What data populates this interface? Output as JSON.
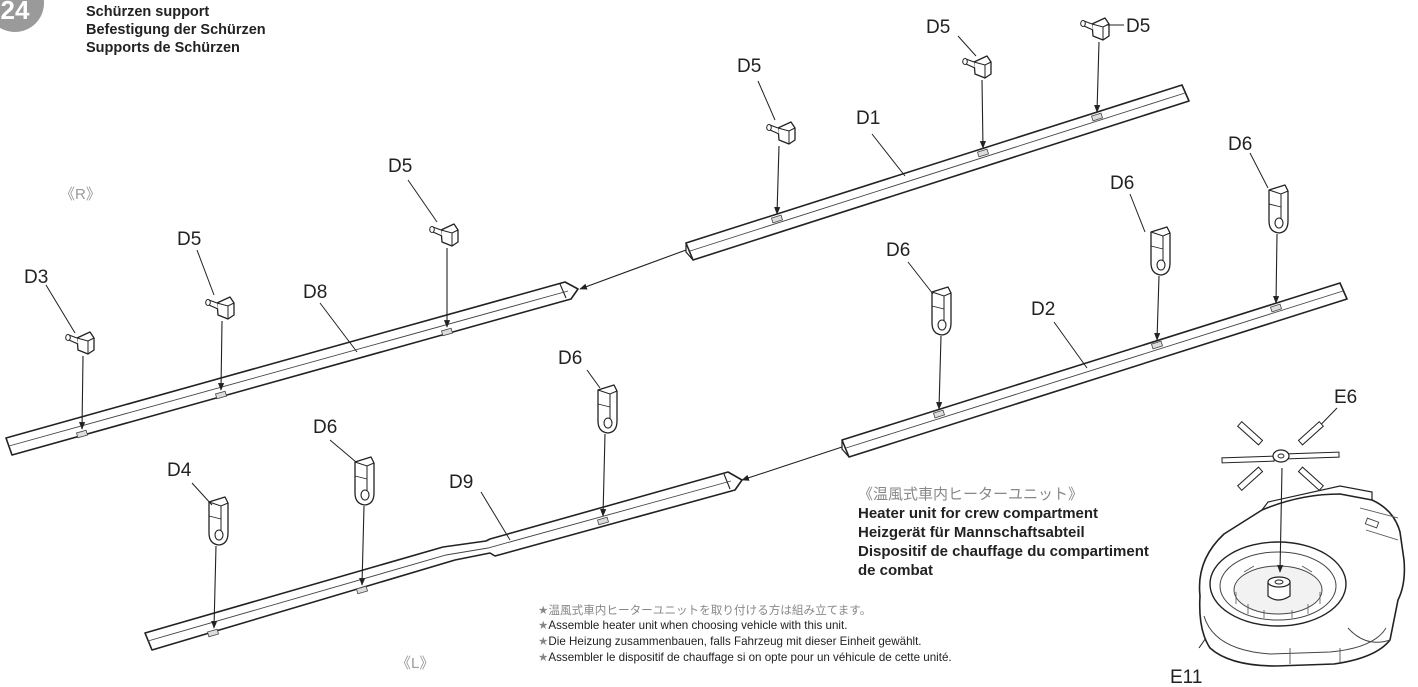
{
  "step": {
    "number": "24",
    "titles": [
      "Schürzen support",
      "Befestigung der Schürzen",
      "Supports de Schürzen"
    ]
  },
  "side_labels": {
    "right": "《R》",
    "left": "《L》"
  },
  "parts": {
    "D1": "D1",
    "D2": "D2",
    "D3": "D3",
    "D4": "D4",
    "D5": "D5",
    "D6": "D6",
    "D8": "D8",
    "D9": "D9",
    "E6": "E6",
    "E11": "E11"
  },
  "heater_note": {
    "japanese": "《温風式車内ヒーターユニット》",
    "english": "Heater unit for crew compartment",
    "german": "Heizgerät für Mannschaftsabteil",
    "french_line1": "Dispositif de chauffage du compartiment",
    "french_line2": "de combat"
  },
  "footnotes": {
    "star": "★",
    "japanese": "温風式車内ヒーターユニットを取り付ける方は組み立てます。",
    "english": "Assemble heater unit when choosing vehicle with this unit.",
    "german": "Die Heizung zusammenbauen, falls Fahrzeug mit dieser Einheit gewählt.",
    "french": "Assembler le dispositif de chauffage si on opte pour un véhicule de cette unité."
  },
  "colors": {
    "ink": "#222222",
    "secondary": "#888888",
    "badge": "#9a9a9a"
  }
}
